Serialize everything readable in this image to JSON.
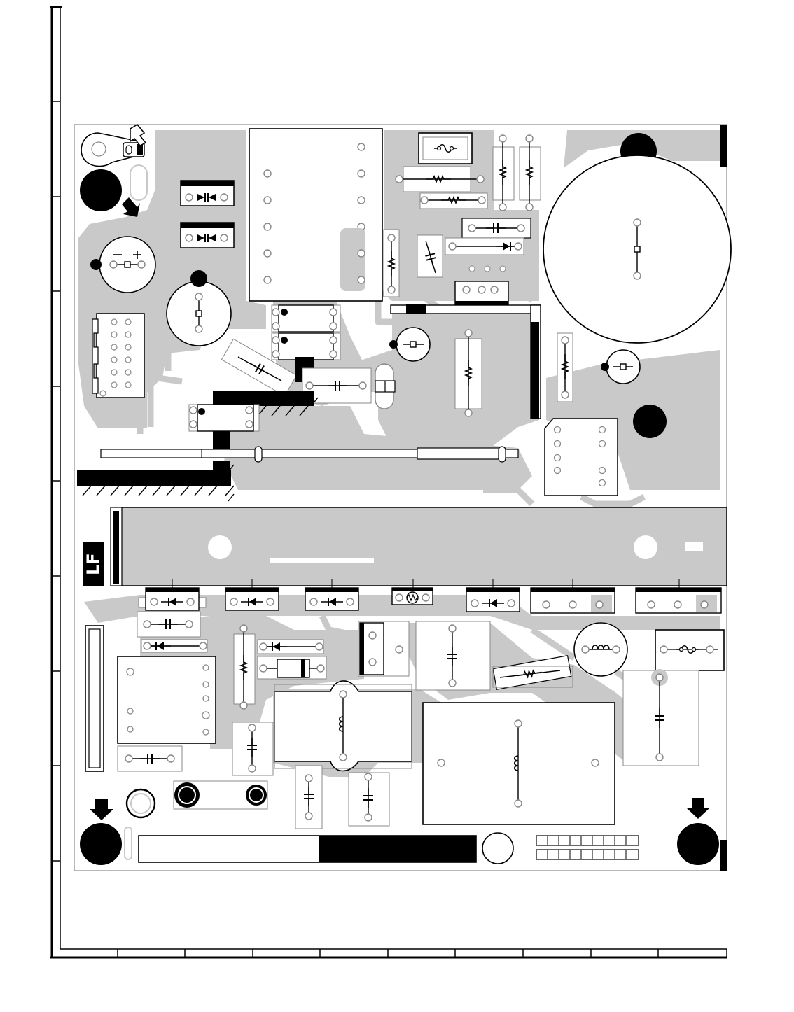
{
  "board": {
    "marking": "LF",
    "colors": {
      "copper": "#c9c9c9",
      "ink": "#000000",
      "paper": "#ffffff",
      "outline": "#888888"
    }
  },
  "diagram": {
    "frame": {
      "columns": 10,
      "rows": 10
    },
    "symbols": [
      "fuse-icon",
      "resistor-icon",
      "capacitor-icon",
      "diode-icon",
      "electrolytic-capacitor-icon",
      "inductor-icon",
      "thermistor-icon",
      "transformer-icon",
      "mounting-hole-icon",
      "down-arrow-icon"
    ]
  }
}
